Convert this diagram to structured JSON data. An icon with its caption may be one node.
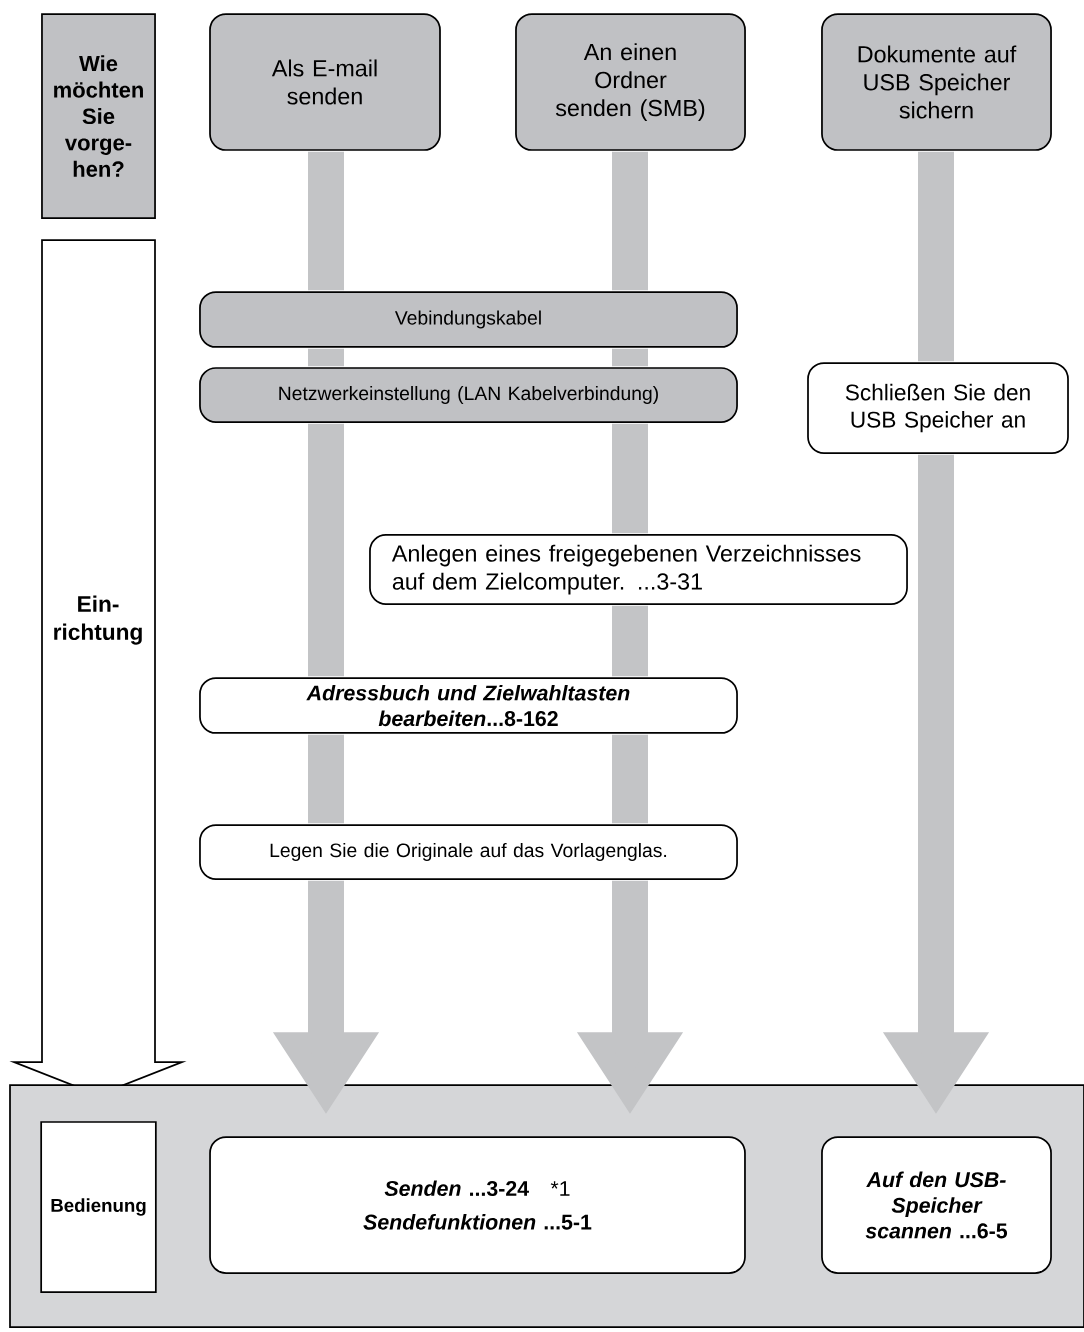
{
  "diagram": {
    "nodes": [
      {
        "text": [
          "Wie möchten Sie vorge- hen?"
        ]
      },
      {
        "text": [
          "Als E-mail senden"
        ]
      },
      {
        "text": [
          "An einen Ordner senden (SMB)"
        ]
      },
      {
        "text": [
          "Dokumente auf USB Speicher sichern"
        ]
      },
      {
        "text": [
          "Ein- richtung"
        ]
      },
      {
        "text": [
          "Vebindungskabel"
        ]
      },
      {
        "text": [
          "Netzwerkeinstellung (LAN Kabelverbindung)"
        ]
      },
      {
        "text": [
          "Schließen Sie den USB Speicher an"
        ]
      },
      {
        "text": [
          "Anlegen eines freigegebenen Verzeichnisses auf dem Zielcomputer. ...3-31"
        ]
      },
      {
        "text": [
          "*Adressbuch und Zielwahltasten bearbeiten*...8-162"
        ]
      },
      {
        "text": [
          "Legen Sie die Originale auf das Vorlagenglas."
        ]
      },
      {
        "text": [],
        "shape": "box"
      },
      {
        "text": [
          "Bedienung"
        ],
        "in": 11
      },
      {
        "text": [
          "*Senden* ...3-24",
          "*1",
          "*Sendefunktionen* ...5-1"
        ],
        "in": 11
      },
      {
        "text": [
          "*Auf den USB- Speicher scannen* ...6-5"
        ],
        "in": 11
      }
    ],
    "edges": [
      {
        "from": 1,
        "to": 5,
        "arrow": "none"
      },
      {
        "from": 5,
        "to": 6,
        "arrow": "none"
      },
      {
        "from": 6,
        "to": 9,
        "arrow": "none"
      },
      {
        "from": 9,
        "to": 10,
        "arrow": "none"
      },
      {
        "from": 10,
        "to": 13,
        "arrow": "to"
      },
      {
        "from": 2,
        "to": 5,
        "arrow": "none"
      },
      {
        "from": 5,
        "to": 6,
        "arrow": "none"
      },
      {
        "from": 6,
        "to": 8,
        "arrow": "none"
      },
      {
        "from": 8,
        "to": 9,
        "arrow": "none"
      },
      {
        "from": 9,
        "to": 10,
        "arrow": "none"
      },
      {
        "from": 10,
        "to": 13,
        "arrow": "to"
      },
      {
        "from": 3,
        "to": 7,
        "arrow": "none"
      },
      {
        "from": 7,
        "to": 14,
        "arrow": "to"
      }
    ]
  }
}
